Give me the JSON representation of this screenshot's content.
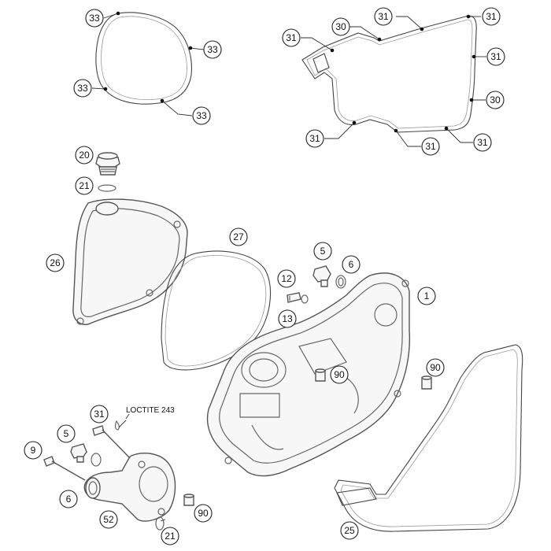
{
  "parts": {
    "p1": "1",
    "p5": "5",
    "p6": "6",
    "p9": "9",
    "p12": "12",
    "p13": "13",
    "p20": "20",
    "p21": "21",
    "p25": "25",
    "p26": "26",
    "p27": "27",
    "p30": "30",
    "p31": "31",
    "p33": "33",
    "p52": "52",
    "p90": "90"
  },
  "note": {
    "loctite": "LOCTITE 243"
  }
}
